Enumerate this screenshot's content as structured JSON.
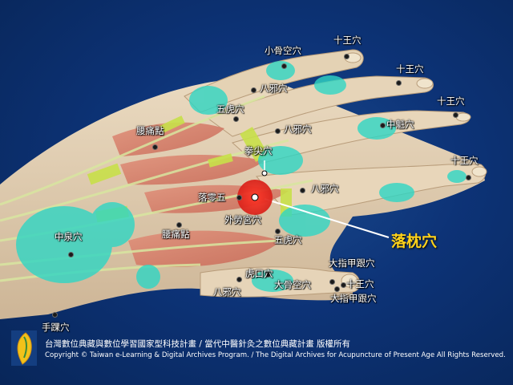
{
  "labels": {
    "xiaogukong": "小骨空穴",
    "shiwang_1": "十王穴",
    "shiwang_2": "十王穴",
    "shiwang_3": "十王穴",
    "shiwang_4": "十王穴",
    "shiwang_5": "十王穴",
    "baxie_1": "八邪穴",
    "baxie_2": "八邪穴",
    "baxie_3": "八邪穴",
    "baxie_4": "八邪穴",
    "wuhu_1": "五虎穴",
    "wuhu_2": "五虎穴",
    "zhongkui": "中魁穴",
    "yaotong_1": "腰痛點",
    "yaotong_2": "腰痛點",
    "quanjian": "拳尖穴",
    "luolingwu": "落零五",
    "wailaogong": "外勞宮穴",
    "zhongquan": "中泉穴",
    "shouhuai": "手踝穴",
    "hukou": "虎口穴",
    "dagukong": "大骨空穴",
    "dazhi_1": "大指甲跟穴",
    "dazhi_2": "大指甲跟穴"
  },
  "highlight": {
    "label": "落枕穴",
    "color": "#ffd21a"
  },
  "footer": {
    "line1": "台灣數位典藏與數位學習國家型科技計畫 / 當代中醫針灸之數位典藏計畫 版權所有",
    "line2": "Copyright © Taiwan e-Learning & Digital Archives Program. / The Digital Archives for Acupuncture of Present Age All Rights Reserved."
  },
  "colors": {
    "background": "#0d3377",
    "highlight_text": "#ffd21a",
    "marker": "#e83a2a",
    "tendon": "#c8e04a",
    "bone_highlight": "#2fd6c4",
    "skin": "#e6d2b4"
  }
}
